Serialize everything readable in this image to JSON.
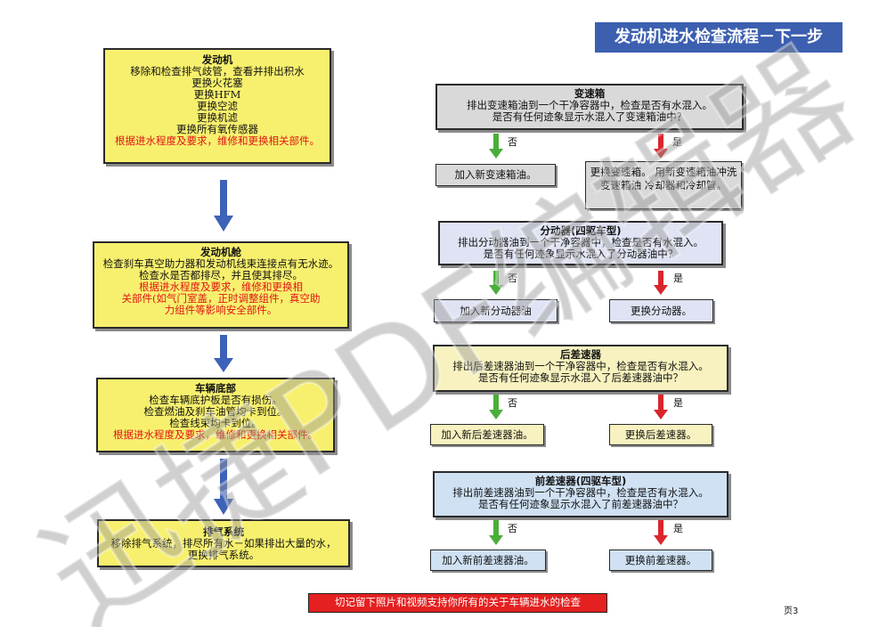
{
  "title": "发动机进水检查流程－下一步",
  "left": {
    "engine": {
      "title": "发动机",
      "lines": [
        "移除和检查排气歧管，查看并排出积水",
        "更换火花塞",
        "更换HFM",
        "更换空滤",
        "更换机滤",
        "更换所有氧传感器"
      ],
      "red": "根据进水程度及要求，维修和更换相关部件。"
    },
    "bay": {
      "title": "发动机舱",
      "lines": [
        "检查刹车真空助力器和发动机线束连接点有无水迹。",
        "检查水是否都排尽，并且使其排尽。"
      ],
      "red": [
        "根据进水程度及要求，维修和更换相",
        "关部件(如气门室盖，正时调整组件，真空助",
        "力组件等影响安全部件。"
      ]
    },
    "underbody": {
      "title": "车辆底部",
      "lines": [
        "检查车辆底护板是否有损伤。",
        "检查燃油及刹车油管均卡到位。",
        "检查线束均卡到位。"
      ],
      "red": "根据进水程度及要求，维修和更换相关部件。"
    },
    "exhaust": {
      "title": "排气系统",
      "lines": [
        "移除排气系统，排尽所有水－如果排出大量的水，",
        "更换排气系统。"
      ]
    }
  },
  "right": {
    "transmission": {
      "title": "变速箱",
      "lines": [
        "排出变速箱油到一个干净容器中，检查是否有水混入。",
        "是否有任何迹象显示水混入了变速箱油中？"
      ],
      "no_label": "否",
      "yes_label": "是",
      "no_action": [
        "加入新变速箱油。"
      ],
      "yes_action": [
        "更换变速箱。",
        "用新变速箱油冲洗变速箱油",
        "冷却器和冷却管。"
      ]
    },
    "transfer": {
      "title": "分动器(四驱车型)",
      "lines": [
        "排出分动器油到一个干净容器中，检查是否有水混入。",
        "是否有任何迹象显示水混入了分动器油中？"
      ],
      "no_label": "否",
      "yes_label": "是",
      "no_action": [
        "加入新分动器油"
      ],
      "yes_action": [
        "更换分动器。"
      ]
    },
    "rear_diff": {
      "title": "后差速器",
      "lines": [
        "排出后差速器油到一个干净容器中，检查是否有水混入。",
        "是否有任何迹象显示水混入了后差速器油中？"
      ],
      "no_label": "否",
      "yes_label": "是",
      "no_action": [
        "加入新后差速器油。"
      ],
      "yes_action": [
        "更换后差速器。"
      ]
    },
    "front_diff": {
      "title": "前差速器(四驱车型)",
      "lines": [
        "排出前差速器油到一个干净容器中，检查是否有水混入。",
        "是否有任何迹象显示水混入了前差速器油中？"
      ],
      "no_label": "否",
      "yes_label": "是",
      "no_action": [
        "加入新前差速器油。"
      ],
      "yes_action": [
        "更换前差速器。"
      ]
    }
  },
  "footer": "切记留下照片和视频支持你所有的关于车辆进水的检查",
  "page_label": "页3",
  "watermark": "迅捷PDF编辑器",
  "colors": {
    "arrow_blue": "#3d62b8",
    "arrow_green": "#4aae3a",
    "arrow_red": "#d9262c",
    "title_bg": "#3c5fb0"
  }
}
